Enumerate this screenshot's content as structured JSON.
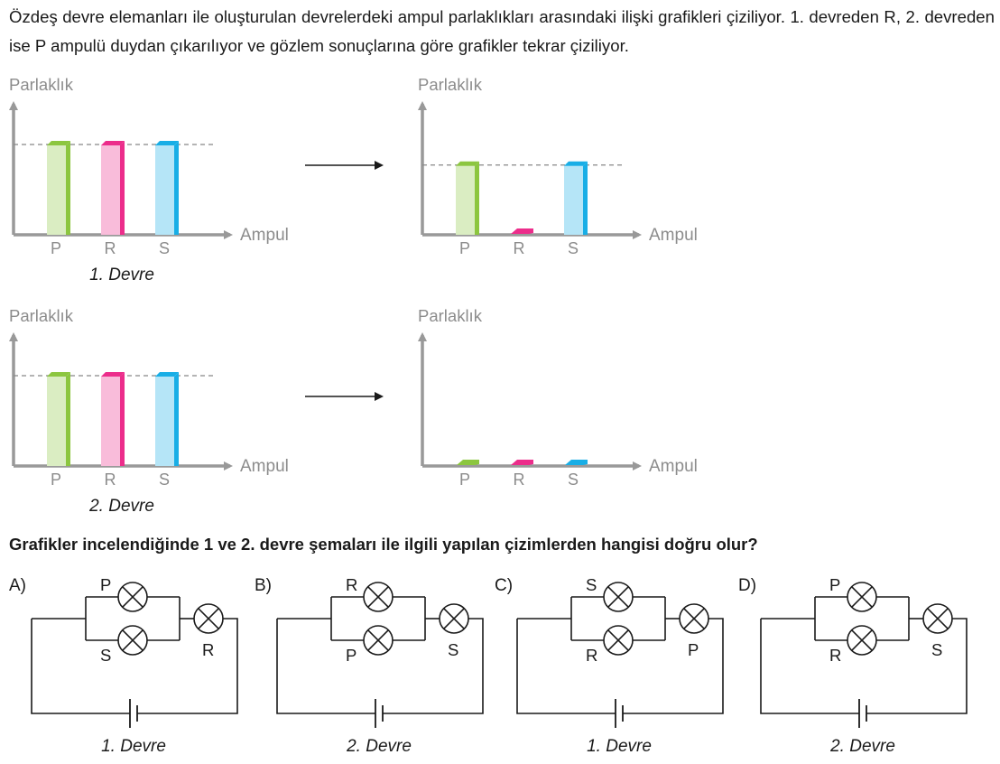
{
  "intro_text": "Özdeş devre elemanları ile oluşturulan devrelerdeki ampul parlaklıkları arasındaki ilişki grafikleri çiziliyor. 1. devreden R, 2. devreden ise P ampulü duydan çıkarılıyor ve gözlem sonuçlarına göre grafikler tekrar çiziliyor.",
  "question_text": "Grafikler incelendiğinde 1 ve 2. devre şemaları ile ilgili yapılan çizimlerden hangisi doğru olur?",
  "colors": {
    "P": "#8cc63f",
    "R": "#ec2d8b",
    "S": "#18aee6",
    "axis": "#999999",
    "dash": "#888888"
  },
  "chart_data": [
    {
      "type": "bar",
      "ylabel": "Parlaklık",
      "xlabel": "Ampul",
      "categories": [
        "P",
        "R",
        "S"
      ],
      "values": [
        1,
        1,
        1
      ],
      "caption": "1. Devre"
    },
    {
      "type": "bar",
      "ylabel": "Parlaklık",
      "xlabel": "Ampul",
      "categories": [
        "P",
        "R",
        "S"
      ],
      "values": [
        0.77,
        0,
        0.77
      ],
      "caption": ""
    },
    {
      "type": "bar",
      "ylabel": "Parlaklık",
      "xlabel": "Ampul",
      "categories": [
        "P",
        "R",
        "S"
      ],
      "values": [
        1,
        1,
        1
      ],
      "caption": "2. Devre"
    },
    {
      "type": "bar",
      "ylabel": "Parlaklık",
      "xlabel": "Ampul",
      "categories": [
        "P",
        "R",
        "S"
      ],
      "values": [
        0,
        0,
        0
      ],
      "caption": ""
    }
  ],
  "options": [
    {
      "letter": "A)",
      "parallel_top": "P",
      "parallel_bottom": "S",
      "series_bulb": "R",
      "caption": "1. Devre"
    },
    {
      "letter": "B)",
      "parallel_top": "R",
      "parallel_bottom": "P",
      "series_bulb": "S",
      "caption": "2. Devre"
    },
    {
      "letter": "C)",
      "parallel_top": "S",
      "parallel_bottom": "R",
      "series_bulb": "P",
      "caption": "1. Devre"
    },
    {
      "letter": "D)",
      "parallel_top": "P",
      "parallel_bottom": "R",
      "series_bulb": "S",
      "caption": "2. Devre"
    }
  ]
}
